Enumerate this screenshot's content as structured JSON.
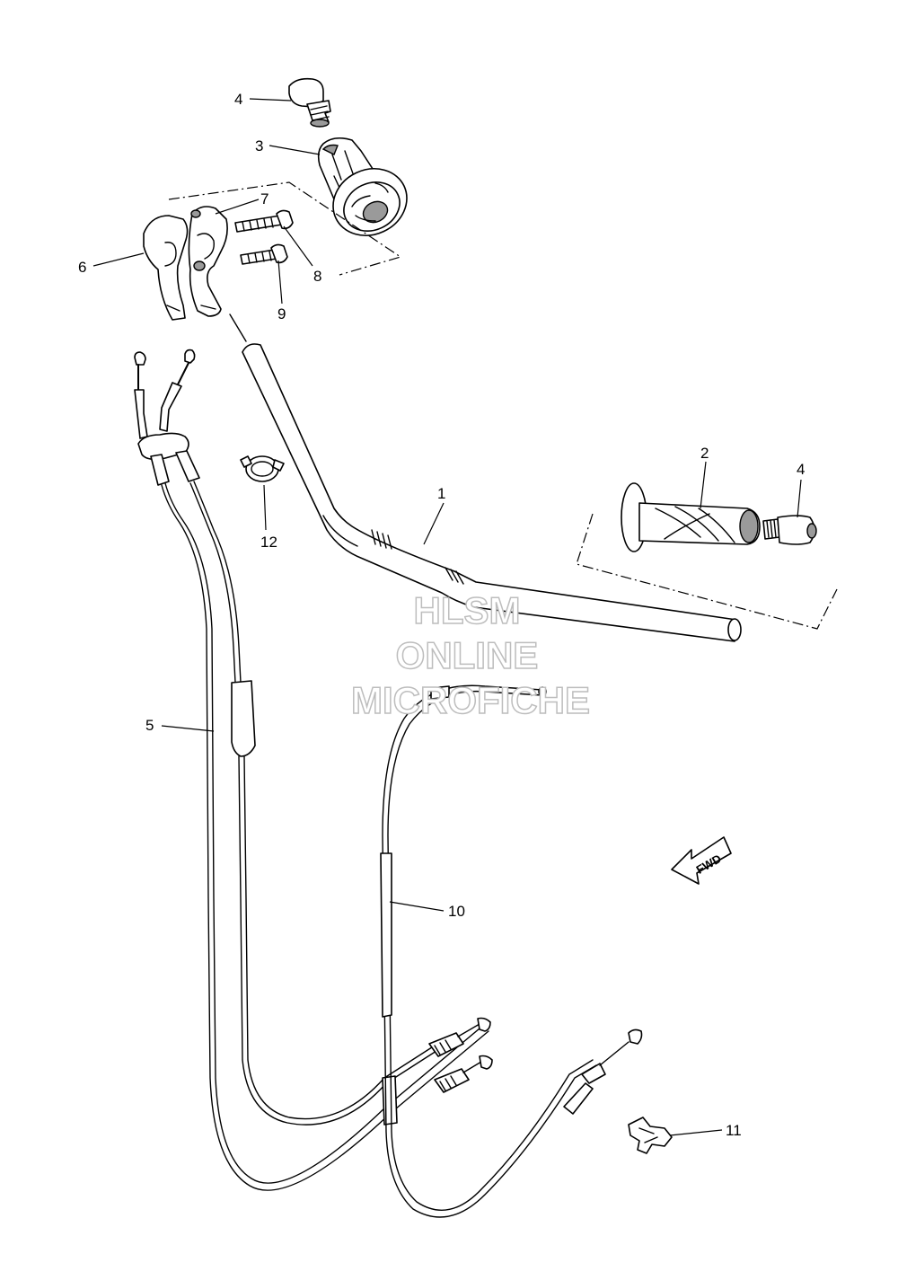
{
  "labels": {
    "p1": "1",
    "p2": "2",
    "p3": "3",
    "p4a": "4",
    "p4b": "4",
    "p5": "5",
    "p6": "6",
    "p7": "7",
    "p8": "8",
    "p9": "9",
    "p10": "10",
    "p11": "11",
    "p12": "12"
  },
  "watermark": {
    "line1": "HLSM",
    "line2": "ONLINE",
    "line3": "MICROFICHE"
  },
  "fwd_arrow": {
    "label": "FWD"
  }
}
